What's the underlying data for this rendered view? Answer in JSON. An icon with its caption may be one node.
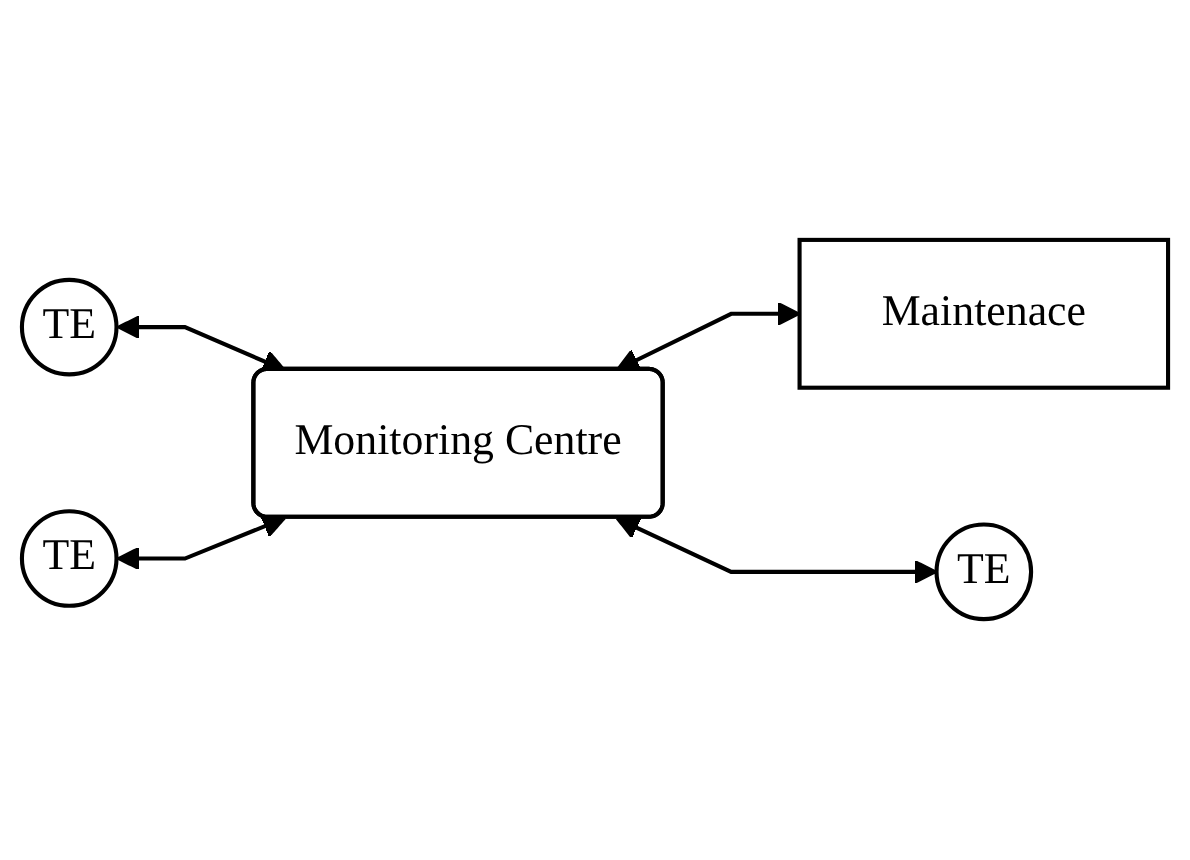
{
  "diagram": {
    "nodes": [
      {
        "text": [
          "TE"
        ]
      },
      {
        "text": [
          "TE"
        ]
      },
      {
        "text": [
          "Monitoring Centre"
        ]
      },
      {
        "text": [
          "Maintenace"
        ]
      },
      {
        "text": [
          "TE"
        ]
      }
    ],
    "edges": [
      {
        "from": 0,
        "to": 2,
        "arrow": "both"
      },
      {
        "from": 1,
        "to": 2,
        "arrow": "both"
      },
      {
        "from": 2,
        "to": 3,
        "arrow": "both"
      },
      {
        "from": 2,
        "to": 4,
        "arrow": "both"
      }
    ]
  }
}
